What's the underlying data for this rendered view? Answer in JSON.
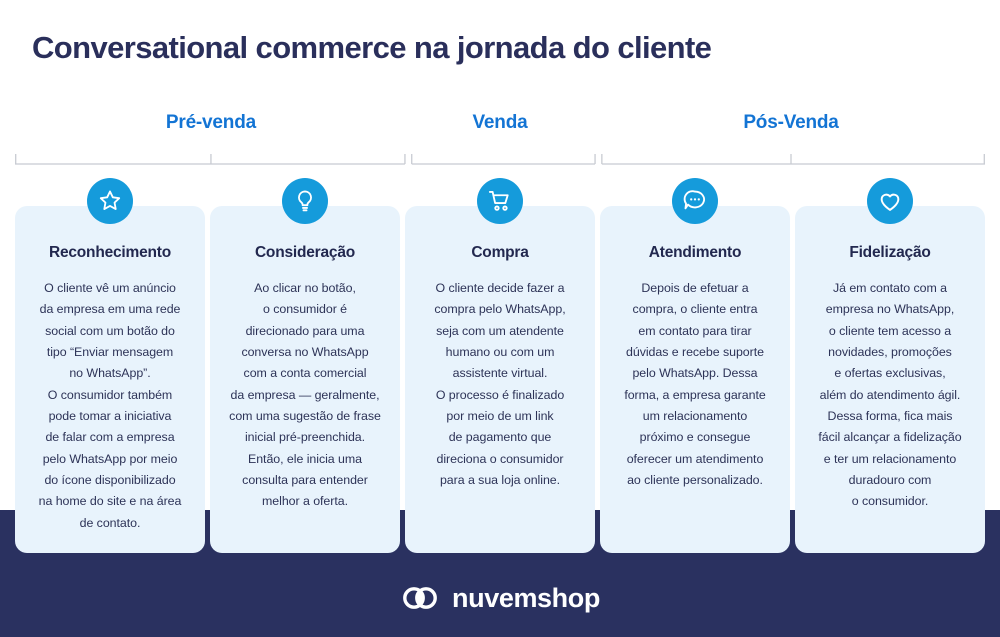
{
  "header": {
    "title": "Conversational commerce na jornada do cliente",
    "title_color": "#2A2F5B"
  },
  "phases": [
    {
      "label": "Pré-venda",
      "center_pct": 20.2
    },
    {
      "label": "Venda",
      "center_pct": 50.0
    },
    {
      "label": "Pós-Venda",
      "center_pct": 80.0
    }
  ],
  "phase_label_color": "#1374D4",
  "ruler": {
    "line_color": "#C8CBD2",
    "segments": [
      {
        "start_pct": 0.0,
        "end_pct": 40.2
      },
      {
        "start_pct": 40.9,
        "end_pct": 59.8
      },
      {
        "start_pct": 60.5,
        "end_pct": 100.0
      }
    ],
    "ticks_pct": [
      0.0,
      20.2,
      40.2,
      40.9,
      59.8,
      60.5,
      80.0,
      100.0
    ]
  },
  "cards": [
    {
      "icon": "star-icon",
      "title": "Reconhecimento",
      "body": "O cliente vê um anúncio\nda empresa em uma rede\nsocial com um botão do\ntipo “Enviar mensagem\nno WhatsApp”.\nO consumidor também\npode tomar a iniciativa\nde falar com a empresa\npelo WhatsApp por meio\ndo ícone  disponibilizado\nna home do site e na área\nde contato."
    },
    {
      "icon": "lightbulb-icon",
      "title": "Consideração",
      "body": "Ao clicar no botão,\no consumidor é\ndirecionado para uma\nconversa no WhatsApp\ncom a conta comercial\nda empresa — geralmente,\ncom uma sugestão de frase\ninicial pré-preenchida.\nEntão, ele inicia uma\nconsulta para entender\nmelhor a oferta."
    },
    {
      "icon": "shopping-cart-icon",
      "title": "Compra",
      "body": "O cliente decide fazer a\ncompra pelo WhatsApp,\nseja com um atendente\nhumano ou com um\nassistente virtual.\nO processo é finalizado\npor meio de um link\nde pagamento que\ndireciona o consumidor\npara a sua loja online."
    },
    {
      "icon": "chat-bubble-icon",
      "title": "Atendimento",
      "body": "Depois de efetuar a\ncompra, o cliente entra\nem contato para tirar\ndúvidas e recebe suporte\npelo WhatsApp. Dessa\nforma, a empresa garante\num relacionamento\npróximo e consegue\noferecer um atendimento\nao cliente personalizado."
    },
    {
      "icon": "heart-icon",
      "title": "Fidelização",
      "body": "Já em contato com a\nempresa no WhatsApp,\no cliente tem acesso a\nnovidades, promoções\ne ofertas exclusivas,\nalém do atendimento ágil.\nDessa forma, fica mais\nfácil alcançar a fidelização\ne ter um relacionamento\nduradouro com\no consumidor."
    }
  ],
  "card_style": {
    "background": "#E8F3FC",
    "title_color": "#22284F",
    "body_color": "#2D3357",
    "icon_circle_color": "#159BDB"
  },
  "footer": {
    "band_color": "#2A3160",
    "brand": "nuvemshop",
    "logo_icon": "nuvemshop-rings-logo"
  }
}
